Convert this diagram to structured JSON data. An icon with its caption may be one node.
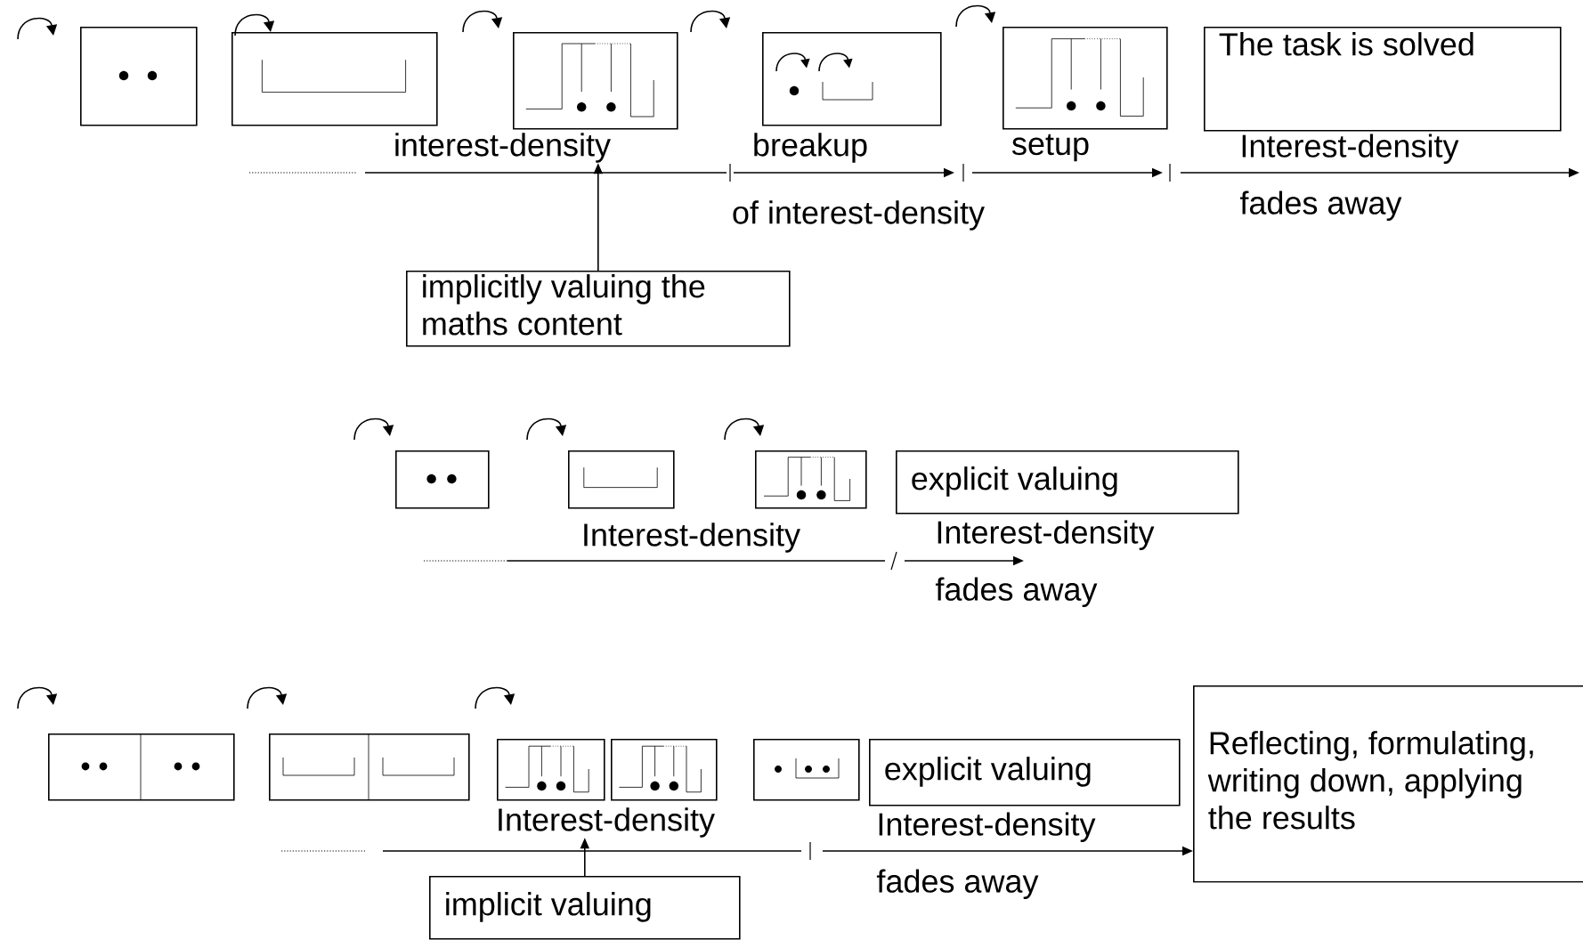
{
  "diagram": {
    "nodes": [
      {
        "text": [],
        "shape": "picture"
      },
      {
        "text": [],
        "shape": "picture"
      },
      {
        "text": [],
        "shape": "picture"
      },
      {
        "text": [],
        "shape": "picture"
      },
      {
        "text": [],
        "shape": "picture"
      },
      {
        "text": [
          "The task is solved"
        ]
      },
      {
        "text": [
          "implicitly valuing the maths content"
        ]
      },
      {
        "text": [],
        "shape": "picture"
      },
      {
        "text": [],
        "shape": "picture"
      },
      {
        "text": [],
        "shape": "picture"
      },
      {
        "text": [
          "explicit valuing"
        ]
      },
      {
        "text": [],
        "shape": "picture"
      },
      {
        "text": [],
        "shape": "picture"
      },
      {
        "text": [],
        "shape": "picture"
      },
      {
        "text": [],
        "shape": "picture"
      },
      {
        "text": [],
        "shape": "picture"
      },
      {
        "text": [
          "explicit valuing"
        ]
      },
      {
        "text": [
          "Reflecting, formulating, writing down, applying the results"
        ]
      },
      {
        "text": [
          "implicit valuing"
        ]
      },
      {
        "text": [
          "interest-density"
        ]
      },
      {
        "text": [
          "Interest-density"
        ]
      }
    ],
    "edges": [
      {
        "from": 6,
        "to": 19,
        "arrow": "to"
      },
      {
        "from": 18,
        "to": 20,
        "arrow": "to"
      },
      {
        "from": null,
        "to": 17,
        "arrow": "to"
      }
    ],
    "labels": [
      "breakup",
      "setup",
      "Interest-density fades away",
      "of interest-density",
      "Interest-density",
      "Interest-density fades away",
      "Interest-density fades away"
    ]
  }
}
